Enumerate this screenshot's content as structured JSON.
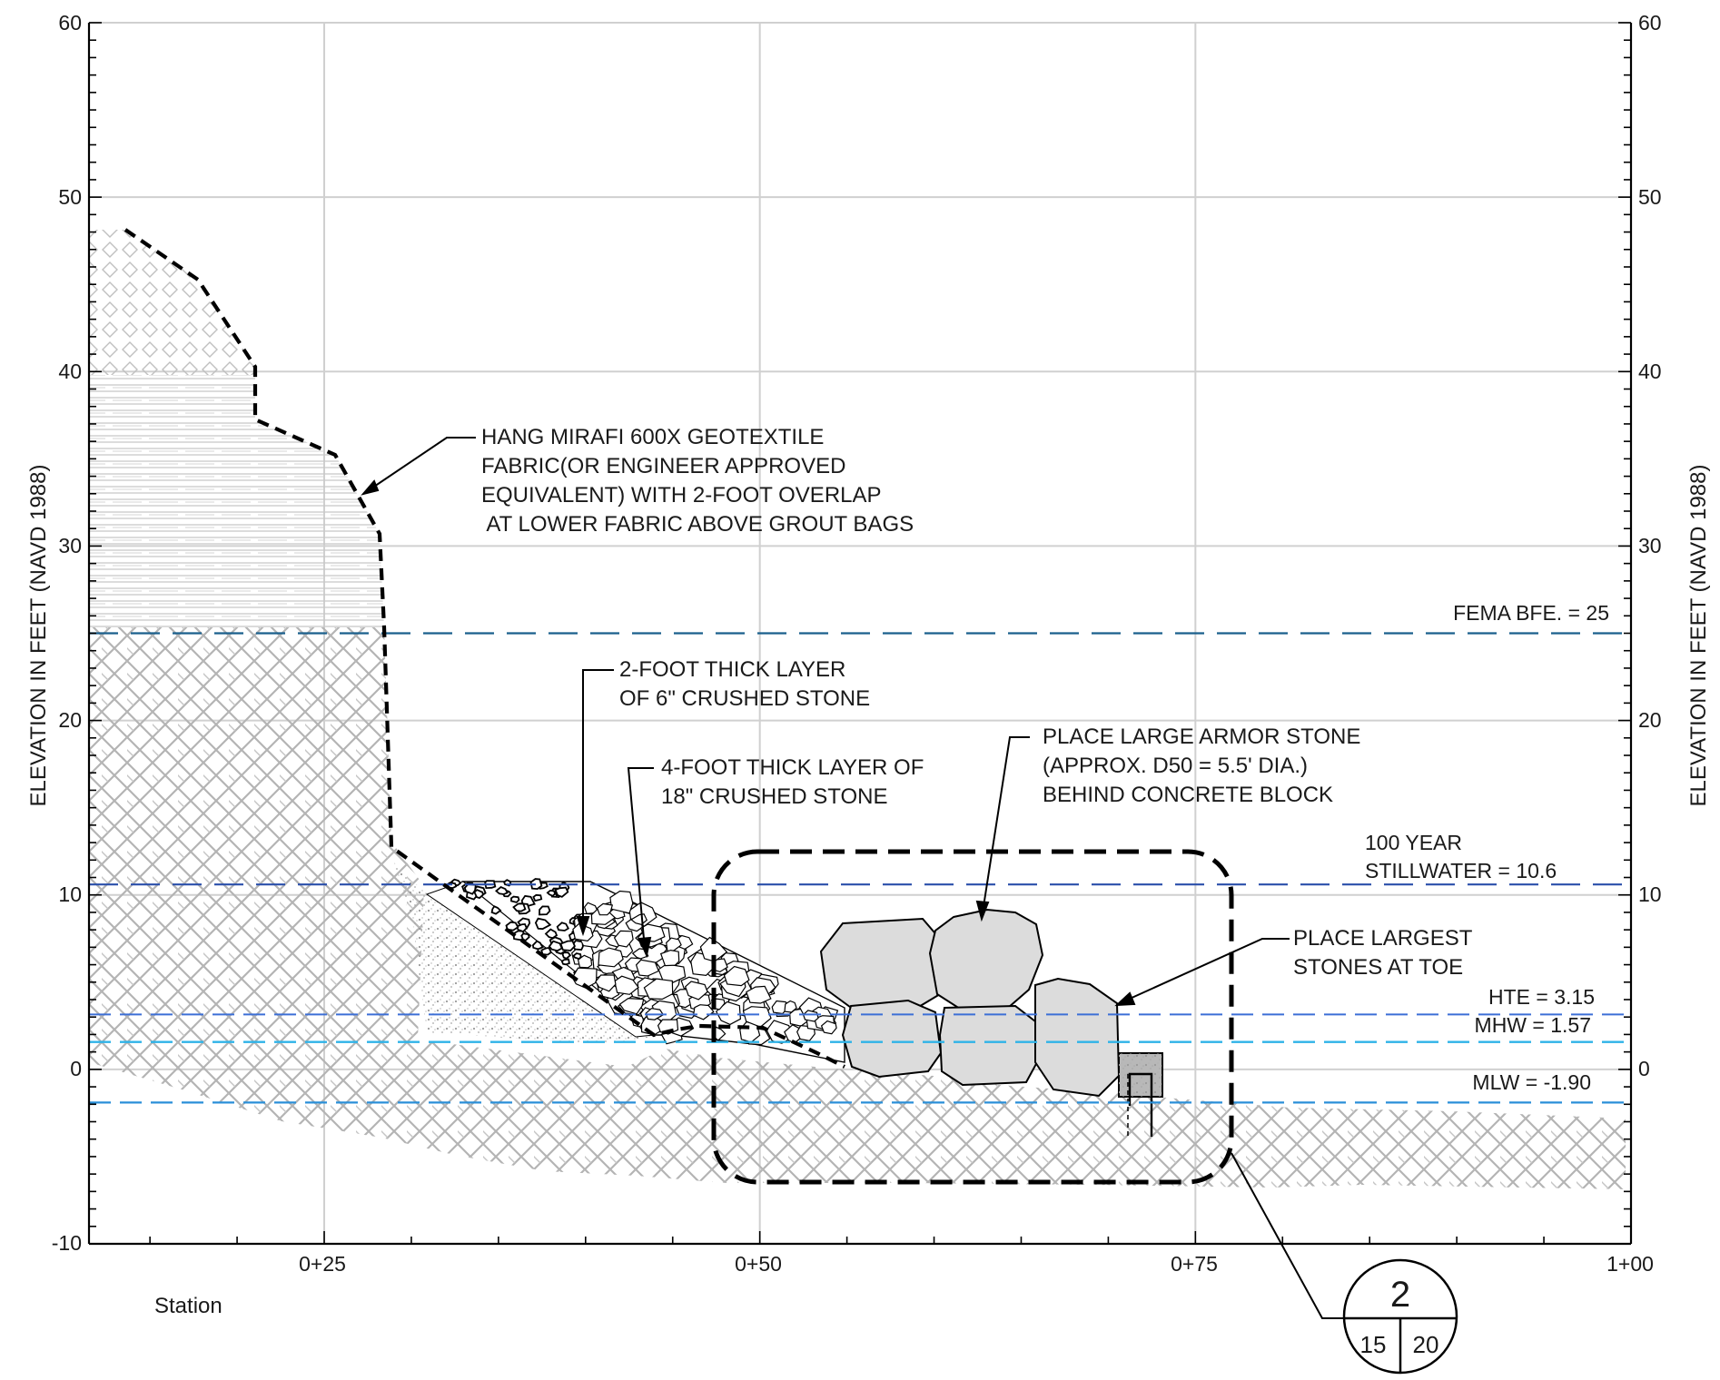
{
  "axes": {
    "left_title": "ELEVATION IN FEET (NAVD 1988)",
    "right_title": "ELEVATION  IN FEET (NAVD 1988)",
    "x_title": "Station",
    "y_ticks": [
      60,
      50,
      40,
      30,
      20,
      10,
      0,
      -10
    ],
    "y_tick_labels": [
      "60",
      "50",
      "40",
      "30",
      "20",
      "10",
      "0",
      "-10"
    ],
    "x_ticks": [
      25,
      50,
      75,
      100
    ],
    "x_tick_labels": [
      "0+25",
      "0+50",
      "0+75",
      "1+00"
    ],
    "ylim": [
      -10,
      60
    ],
    "xlim": [
      11.5,
      100
    ]
  },
  "elevations": {
    "fema": {
      "label": "FEMA BFE. = 25",
      "value": 25,
      "color": "#1a5f8c"
    },
    "stillwater": {
      "line1": "100 YEAR",
      "line2": "STILLWATER = 10.6",
      "value": 10.6,
      "color": "#2a4faa"
    },
    "hte": {
      "label": "HTE = 3.15",
      "value": 3.15,
      "color": "#3c6fd6"
    },
    "mhw": {
      "label": "MHW = 1.57",
      "value": 1.57,
      "color": "#2eb3e8"
    },
    "mlw": {
      "label": "MLW = -1.90",
      "value": -1.9,
      "color": "#2a8fd8"
    }
  },
  "notes": {
    "geotextile": [
      "HANG MIRAFI 600X GEOTEXTILE",
      "FABRIC(OR ENGINEER APPROVED",
      "EQUIVALENT) WITH 2-FOOT OVERLAP",
      " AT LOWER FABRIC ABOVE GROUT BAGS"
    ],
    "crushed_6": [
      "2-FOOT THICK LAYER",
      "OF 6\" CRUSHED STONE"
    ],
    "crushed_18": [
      "4-FOOT THICK LAYER OF",
      "18\" CRUSHED STONE"
    ],
    "armor": [
      "PLACE LARGE ARMOR STONE",
      "(APPROX. D50 = 5.5' DIA.)",
      "BEHIND CONCRETE BLOCK"
    ],
    "largest": [
      "PLACE LARGEST",
      "STONES AT TOE"
    ]
  },
  "detail_callout": {
    "number": "2",
    "sheet_left": "15",
    "sheet_right": "20"
  },
  "colors": {
    "grid": "#d0d0d0",
    "hatch": "#b9b9b9",
    "stone_fill": "#dcdcdc",
    "line": "#000000"
  }
}
